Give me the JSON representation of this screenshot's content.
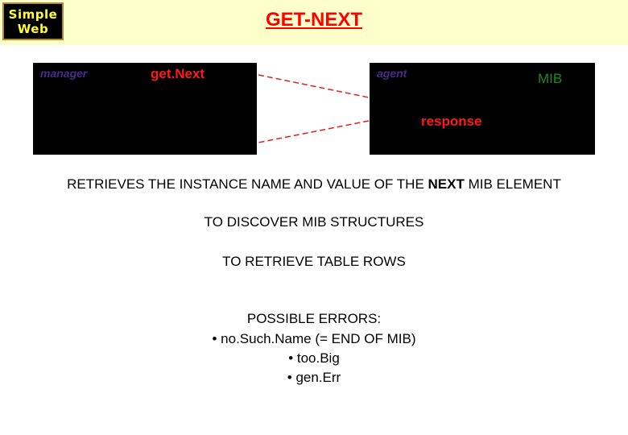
{
  "logo": {
    "line1": "Simple",
    "line2": "Web"
  },
  "title": "GET-NEXT",
  "diagram": {
    "manager_label": "manager",
    "request_label": "get.Next",
    "agent_label": "agent",
    "mib_label": "MIB",
    "response_label": "response"
  },
  "body": {
    "line1_part1": "RETRIEVES THE  INSTANCE NAME AND VALUE OF THE ",
    "line1_emphasis": "NEXT",
    "line1_part2": " MIB ELEMENT",
    "line2": "TO DISCOVER MIB STRUCTURES",
    "line3": "TO RETRIEVE TABLE ROWS",
    "errors_heading": "POSSIBLE ERRORS:",
    "errors": [
      "• no.Such.Name  (= END OF MIB)",
      "• too.Big",
      "• gen.Err"
    ]
  },
  "colors": {
    "header_bg": "#ffffcc",
    "title": "#ff0000",
    "box_bg": "#000000",
    "agent_manager_label": "#4b2a8a",
    "message_label": "#ff1a1a",
    "mib_label": "#1f8a1f",
    "arrow": "#e02020"
  }
}
